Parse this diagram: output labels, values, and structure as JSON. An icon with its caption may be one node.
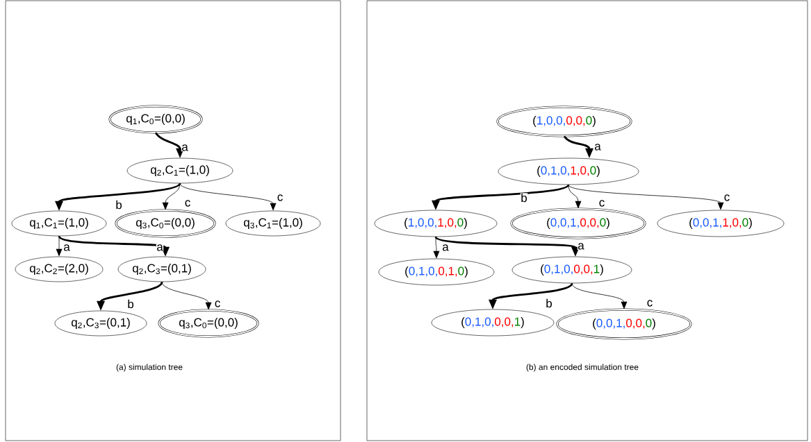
{
  "diagram": {
    "nodes": [
      {
        "text": [
          "(a) simulation tree"
        ]
      },
      {
        "text": [
          "q$_{1}$,C$_{0}$=(0,0)"
        ],
        "in": 0
      },
      {
        "text": [
          "q$_{2}$,C$_{1}$=(1,0)"
        ],
        "in": 0
      },
      {
        "text": [
          "q$_{1}$,C$_{1}$=(1,0)"
        ],
        "in": 0
      },
      {
        "text": [
          "q$_{3}$,C$_{0}$=(0,0)"
        ],
        "in": 0
      },
      {
        "text": [
          "q$_{3}$,C$_{1}$=(1,0)"
        ],
        "in": 0
      },
      {
        "text": [
          "q$_{2}$,C$_{2}$=(2,0)"
        ],
        "in": 0
      },
      {
        "text": [
          "q$_{2}$,C$_{3}$=(0,1)"
        ],
        "in": 0
      },
      {
        "text": [
          "q$_{2}$,C$_{3}$=(0,1)"
        ],
        "in": 0
      },
      {
        "text": [
          "q$_{3}$,C$_{0}$=(0,0)"
        ],
        "in": 0
      },
      {
        "text": [
          "(b) an encoded simulation tree"
        ]
      },
      {
        "text": [
          "(1,0,0,0,0,0)"
        ],
        "in": 10
      },
      {
        "text": [
          "(0,1,0,1,0,0)"
        ],
        "in": 10
      },
      {
        "text": [
          "(1,0,0,1,0,0)"
        ],
        "in": 10
      },
      {
        "text": [
          "(0,0,1,0,0,0)"
        ],
        "in": 10
      },
      {
        "text": [
          "(0,0,1,1,0,0)"
        ],
        "in": 10
      },
      {
        "text": [
          "(0,1,0,0,1,0)"
        ],
        "in": 10
      },
      {
        "text": [
          "(0,1,0,0,0,1)"
        ],
        "in": 10
      },
      {
        "text": [
          "(0,1,0,0,0,1)"
        ],
        "in": 10
      },
      {
        "text": [
          "(0,0,1,0,0,0)"
        ],
        "in": 10
      }
    ],
    "edges": [
      {
        "from": 1,
        "to": 2,
        "arrow": "to",
        "label": "a",
        "style": "thick"
      },
      {
        "from": 2,
        "to": 3,
        "arrow": "to",
        "label": "b",
        "style": "thick"
      },
      {
        "from": 2,
        "to": 4,
        "arrow": "to",
        "label": "c"
      },
      {
        "from": 2,
        "to": 5,
        "arrow": "to",
        "label": "c"
      },
      {
        "from": 3,
        "to": 6,
        "arrow": "to",
        "label": "a"
      },
      {
        "from": 3,
        "to": 7,
        "arrow": "to",
        "label": "a",
        "style": "thick"
      },
      {
        "from": 7,
        "to": 8,
        "arrow": "to",
        "label": "b",
        "style": "thick"
      },
      {
        "from": 7,
        "to": 9,
        "arrow": "to",
        "label": "c"
      },
      {
        "from": 11,
        "to": 12,
        "arrow": "to",
        "label": "a",
        "style": "thick"
      },
      {
        "from": 12,
        "to": 13,
        "arrow": "to",
        "label": "b",
        "style": "thick"
      },
      {
        "from": 12,
        "to": 14,
        "arrow": "to",
        "label": "c"
      },
      {
        "from": 12,
        "to": 15,
        "arrow": "to",
        "label": "c"
      },
      {
        "from": 13,
        "to": 16,
        "arrow": "to",
        "label": "a"
      },
      {
        "from": 13,
        "to": 17,
        "arrow": "to",
        "label": "a",
        "style": "thick"
      },
      {
        "from": 17,
        "to": 18,
        "arrow": "to",
        "label": "b",
        "style": "thick"
      },
      {
        "from": 17,
        "to": 19,
        "arrow": "to",
        "label": "c"
      }
    ]
  }
}
